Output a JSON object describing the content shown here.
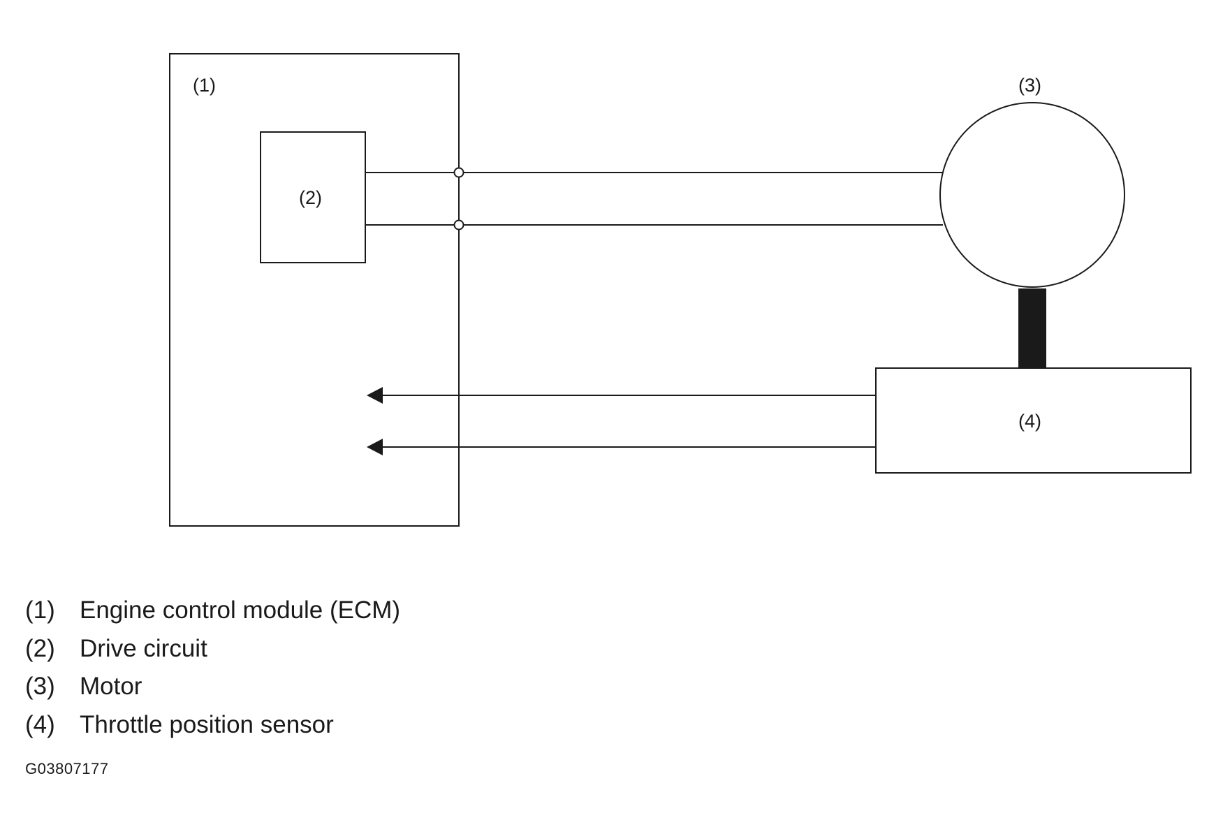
{
  "diagram": {
    "components": [
      {
        "id": "ecm",
        "callout": "(1)"
      },
      {
        "id": "drive-circuit",
        "callout": "(2)"
      },
      {
        "id": "motor",
        "callout": "(3)"
      },
      {
        "id": "throttle-position-sensor",
        "callout": "(4)"
      }
    ]
  },
  "legend": {
    "items": [
      {
        "number": "(1)",
        "label": "Engine control module (ECM)"
      },
      {
        "number": "(2)",
        "label": "Drive circuit"
      },
      {
        "number": "(3)",
        "label": "Motor"
      },
      {
        "number": "(4)",
        "label": "Throttle position sensor"
      }
    ]
  },
  "figure_code": "G03807177",
  "colors": {
    "line": "#1a1a1a",
    "background": "#ffffff"
  }
}
